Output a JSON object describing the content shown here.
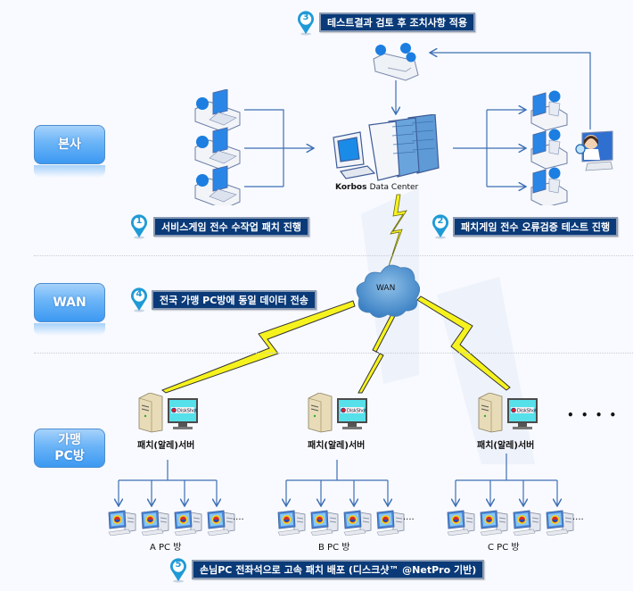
{
  "zones": [
    {
      "label": "본사"
    },
    {
      "label": "WAN"
    },
    {
      "label": "가맹\nPC방",
      "line1": "가맹",
      "line2": "PC방"
    }
  ],
  "steps": [
    {
      "number": "1",
      "text": "서비스게임 전수 수작업 패치 진행"
    },
    {
      "number": "2",
      "text": "패치게임 전수 오류검증 테스트 진행"
    },
    {
      "number": "3",
      "text": "테스트결과 검토 후 조치사항 적용"
    },
    {
      "number": "4",
      "text": "전국 가맹 PC방에 동일 데이터 전송"
    },
    {
      "number": "5",
      "text": "손님PC 전좌석으로 고속 패치 배포 (디스크샷™ @NetPro 기반)"
    }
  ],
  "datacenter": {
    "brand": "Korbos",
    "label": "Data  Center"
  },
  "wan_cloud_label": "WAN",
  "servers": [
    {
      "label": "패치(알레)서버",
      "screen_text": "DiskShot"
    },
    {
      "label": "패치(알레)서버",
      "screen_text": "DiskShot"
    },
    {
      "label": "패치(알레)서버",
      "screen_text": "DiskShot"
    }
  ],
  "more_servers": "• • • •",
  "pc_rooms": [
    {
      "label": "A PC 방",
      "more": "....",
      "client_count": 4
    },
    {
      "label": "B PC 방",
      "more": "....",
      "client_count": 4
    },
    {
      "label": "C PC 방",
      "more": "....",
      "client_count": 4
    }
  ],
  "colors": {
    "zone_button": "#3c99f2",
    "step_label_bg": "#0a3a78",
    "pin": "#1e9ad6",
    "connector": "#3d6fb4",
    "lightning": "#f6f21e"
  }
}
